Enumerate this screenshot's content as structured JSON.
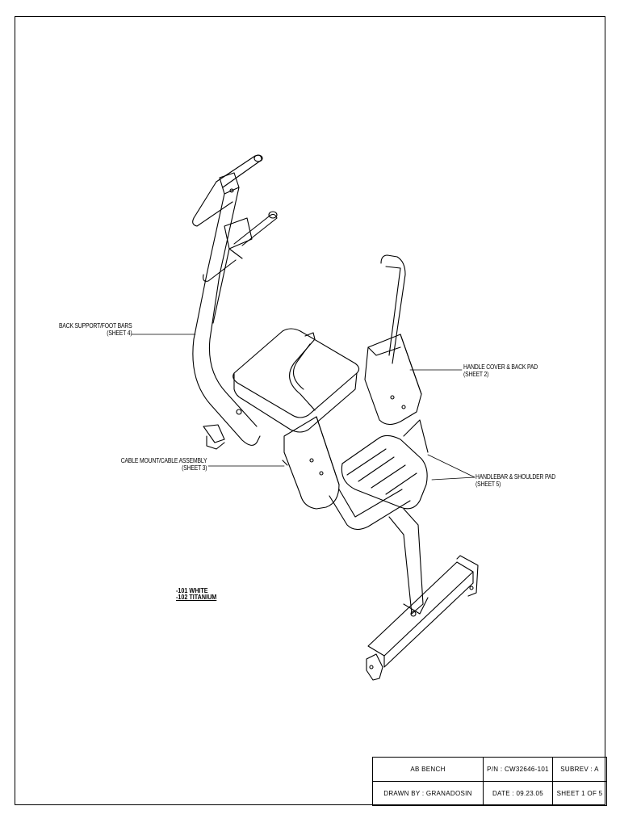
{
  "callouts": {
    "back_support": {
      "line1": "BACK SUPPORT/FOOT BARS",
      "line2": "(SHEET 4)"
    },
    "handle_cover": {
      "line1": "HANDLE COVER & BACK PAD",
      "line2": "(SHEET 2)"
    },
    "cable_mount": {
      "line1": "CABLE MOUNT/CABLE ASSEMBLY",
      "line2": "(SHEET 3)"
    },
    "handlebar": {
      "line1": "HANDLEBAR & SHOULDER PAD",
      "line2": "(SHEET 5)"
    }
  },
  "finishes": [
    "-101  WHITE",
    "-102  TITANIUM"
  ],
  "title_block": {
    "name": "AB BENCH",
    "part_number": "P/N :  CW32646-101",
    "subrev": "SUBREV :  A",
    "drawn_by": "DRAWN BY :  GRANADOSIN",
    "date": "DATE :  09.23.05",
    "sheet": "SHEET  1 OF 5"
  }
}
